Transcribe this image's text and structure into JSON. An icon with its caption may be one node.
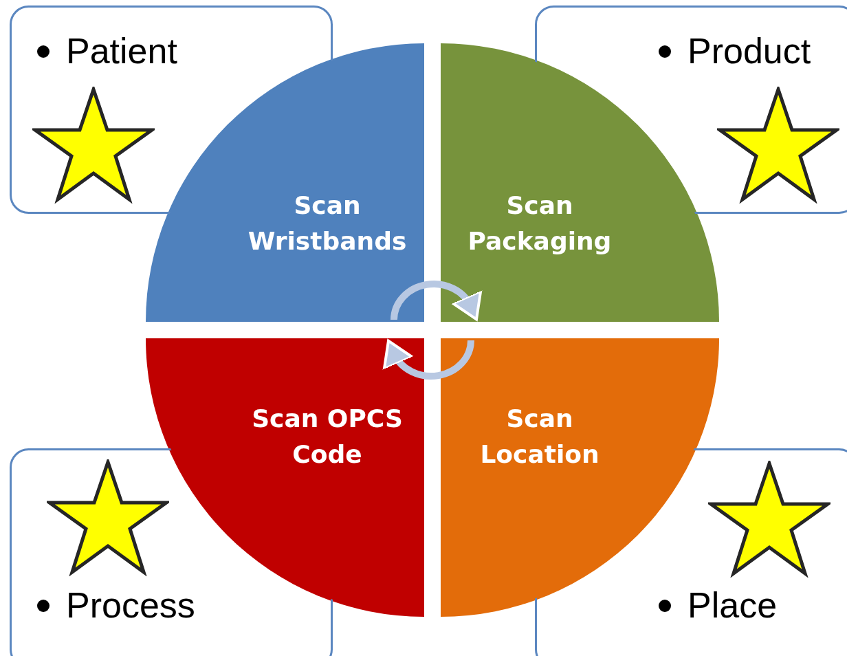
{
  "diagram": {
    "nodes": [
      {
        "text": [
          "Patient"
        ]
      },
      {
        "text": [
          "Product"
        ]
      },
      {
        "text": [
          "Scan Wristbands"
        ]
      },
      {
        "text": [
          "Scan Packaging"
        ]
      },
      {
        "text": [
          "Scan OPCS Code"
        ]
      },
      {
        "text": [
          "Scan Location"
        ]
      },
      {
        "text": [
          "Process"
        ]
      },
      {
        "text": [
          "Place"
        ]
      }
    ],
    "edges": [
      {
        "from": 2,
        "to": 3,
        "arrow": "to"
      },
      {
        "from": 5,
        "to": 4,
        "arrow": "to"
      }
    ]
  }
}
